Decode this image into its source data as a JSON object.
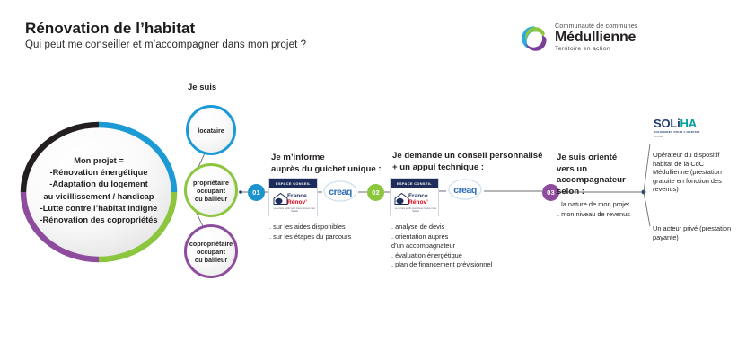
{
  "header": {
    "title": "Rénovation de l’habitat",
    "subtitle": "Qui peut me conseiller et m’accompagner dans mon projet  ?"
  },
  "cdc_logo": {
    "line1": "Communauté de communes",
    "line2": "Médullienne",
    "line3": "Territoire en action",
    "colors": {
      "purple": "#7b3f98",
      "green": "#8cc63f",
      "blue": "#29aae1",
      "teal": "#00a8a8"
    }
  },
  "main_oval": {
    "lines": [
      "Mon projet =",
      "-Rénovation énergétique",
      "-Adaptation du logement",
      "au vieillissement / handicap",
      "-Lutte contre l’habitat indigne",
      "-Rénovation des copropriétés"
    ],
    "ring_colors": {
      "dark": "#231f20",
      "blue": "#1b9ad6",
      "green": "#8cc63f",
      "purple": "#8e4c9e"
    }
  },
  "personas": {
    "heading": "Je suis",
    "items": [
      {
        "label": "locataire",
        "color": "#1b9ad6"
      },
      {
        "label": "propriétaire\noccupant\nou bailleur",
        "color": "#8cc63f"
      },
      {
        "label": "copropriétaire\noccupant\nou bailleur",
        "color": "#8e4c9e"
      }
    ]
  },
  "steps": [
    {
      "badge": "01",
      "badge_color": "#1b93cf",
      "title": "Je m’informe\naupràs du guichet unique :",
      "title_line1": "Je m’informe",
      "title_line2": "auprès du guichet unique :",
      "bullets": [
        ". sur les aides disponibles",
        ". sur les étapes du parcours"
      ]
    },
    {
      "badge": "02",
      "badge_color": "#8cc63f",
      "title_line1": "Je demande un conseil personnalisé",
      "title_line2": "+ un appui technique :",
      "bullets": [
        ". analyse de devis",
        ". orientation auprès",
        "  d’un accompagnateur",
        ". évaluation énergétique",
        ". plan de financement prévisionnel"
      ]
    },
    {
      "badge": "03",
      "badge_color": "#8e4c9e",
      "title_line1": "Je suis orienté",
      "title_line2": "vers un",
      "title_line3": "accompagnateur",
      "title_line4": "selon :",
      "bullets": [
        ". la nature de mon projet",
        ". mon niveau de revenus"
      ]
    }
  ],
  "france_renov_logo": {
    "banner": "ESPACE CONSEIL",
    "name_line1": "France",
    "name_line2": "Rénov’",
    "tagline": "Le service public pour mieux rénover mon habitat"
  },
  "creaq_logo": {
    "text": "creaq",
    "color": "#2b6cb5"
  },
  "soliha": {
    "logo_part1": "SOLi",
    "logo_part2": "HA",
    "logo_tagline": "SOLIDAIRES POUR L’HABITAT",
    "logo_sub": "Gironde",
    "description": "Opérateur du dispositif habitat de la CdC Médullienne (prestation gratuite en fonction des revenus)",
    "private_actor": "Un acteur privé (prestation payante)"
  }
}
